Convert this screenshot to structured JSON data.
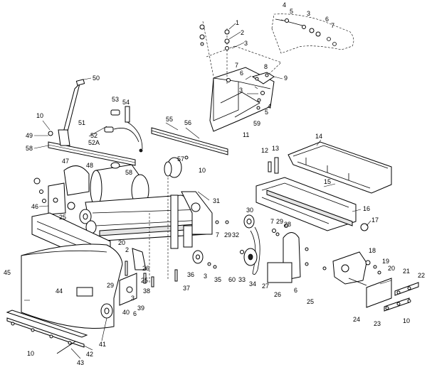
{
  "diagram": {
    "callouts": [
      {
        "id": "c-4-top",
        "text": "4"
      },
      {
        "id": "c-5-top",
        "text": "5"
      },
      {
        "id": "c-3-top",
        "text": "3"
      },
      {
        "id": "c-6-top",
        "text": "6"
      },
      {
        "id": "c-7-top",
        "text": "7"
      },
      {
        "id": "c-1",
        "text": "1"
      },
      {
        "id": "c-2",
        "text": "2"
      },
      {
        "id": "c-3-mid",
        "text": "3"
      },
      {
        "id": "c-7-mid",
        "text": "7"
      },
      {
        "id": "c-6-mid",
        "text": "6"
      },
      {
        "id": "c-8",
        "text": "8"
      },
      {
        "id": "c-9",
        "text": "9"
      },
      {
        "id": "c-3-brk",
        "text": "3"
      },
      {
        "id": "c-4-brk",
        "text": "4"
      },
      {
        "id": "c-5-brk",
        "text": "5"
      },
      {
        "id": "c-59",
        "text": "59"
      },
      {
        "id": "c-11",
        "text": "11"
      },
      {
        "id": "c-50",
        "text": "50"
      },
      {
        "id": "c-53",
        "text": "53"
      },
      {
        "id": "c-54",
        "text": "54"
      },
      {
        "id": "c-10-left",
        "text": "10"
      },
      {
        "id": "c-49",
        "text": "49"
      },
      {
        "id": "c-51",
        "text": "51"
      },
      {
        "id": "c-52",
        "text": "52"
      },
      {
        "id": "c-52a",
        "text": "52A"
      },
      {
        "id": "c-58-left",
        "text": "58"
      },
      {
        "id": "c-55",
        "text": "55"
      },
      {
        "id": "c-56",
        "text": "56"
      },
      {
        "id": "c-12",
        "text": "12"
      },
      {
        "id": "c-13",
        "text": "13"
      },
      {
        "id": "c-14",
        "text": "14"
      },
      {
        "id": "c-57",
        "text": "57"
      },
      {
        "id": "c-47",
        "text": "47"
      },
      {
        "id": "c-48",
        "text": "48"
      },
      {
        "id": "c-58-mid",
        "text": "58"
      },
      {
        "id": "c-10-mid",
        "text": "10"
      },
      {
        "id": "c-15",
        "text": "15"
      },
      {
        "id": "c-31",
        "text": "31"
      },
      {
        "id": "c-46",
        "text": "46"
      },
      {
        "id": "c-25-left",
        "text": "25"
      },
      {
        "id": "c-30",
        "text": "30"
      },
      {
        "id": "c-16",
        "text": "16"
      },
      {
        "id": "c-17",
        "text": "17"
      },
      {
        "id": "c-7-low",
        "text": "7"
      },
      {
        "id": "c-29-a",
        "text": "29"
      },
      {
        "id": "c-28",
        "text": "28"
      },
      {
        "id": "c-7-right",
        "text": "7"
      },
      {
        "id": "c-29-b",
        "text": "29"
      },
      {
        "id": "c-32",
        "text": "32"
      },
      {
        "id": "c-20-left",
        "text": "20"
      },
      {
        "id": "c-2-low",
        "text": "2"
      },
      {
        "id": "c-18",
        "text": "18"
      },
      {
        "id": "c-19",
        "text": "19"
      },
      {
        "id": "c-20-right",
        "text": "20"
      },
      {
        "id": "c-21",
        "text": "21"
      },
      {
        "id": "c-22",
        "text": "22"
      },
      {
        "id": "c-45",
        "text": "45"
      },
      {
        "id": "c-26-mid",
        "text": "26"
      },
      {
        "id": "c-36",
        "text": "36"
      },
      {
        "id": "c-3-low",
        "text": "3"
      },
      {
        "id": "c-35",
        "text": "35"
      },
      {
        "id": "c-60",
        "text": "60"
      },
      {
        "id": "c-33",
        "text": "33"
      },
      {
        "id": "c-34",
        "text": "34"
      },
      {
        "id": "c-27",
        "text": "27"
      },
      {
        "id": "c-26-right",
        "text": "26"
      },
      {
        "id": "c-6-right",
        "text": "6"
      },
      {
        "id": "c-25-right",
        "text": "25"
      },
      {
        "id": "c-29-low",
        "text": "29"
      },
      {
        "id": "c-25-low",
        "text": "25"
      },
      {
        "id": "c-38",
        "text": "38"
      },
      {
        "id": "c-37",
        "text": "37"
      },
      {
        "id": "c-44",
        "text": "44"
      },
      {
        "id": "c-3-front",
        "text": "3"
      },
      {
        "id": "c-40",
        "text": "40"
      },
      {
        "id": "c-39",
        "text": "39"
      },
      {
        "id": "c-6-front",
        "text": "6"
      },
      {
        "id": "c-24",
        "text": "24"
      },
      {
        "id": "c-23",
        "text": "23"
      },
      {
        "id": "c-10-right",
        "text": "10"
      },
      {
        "id": "c-41",
        "text": "41"
      },
      {
        "id": "c-10-bottom",
        "text": "10"
      },
      {
        "id": "c-42",
        "text": "42"
      },
      {
        "id": "c-43",
        "text": "43"
      }
    ]
  }
}
